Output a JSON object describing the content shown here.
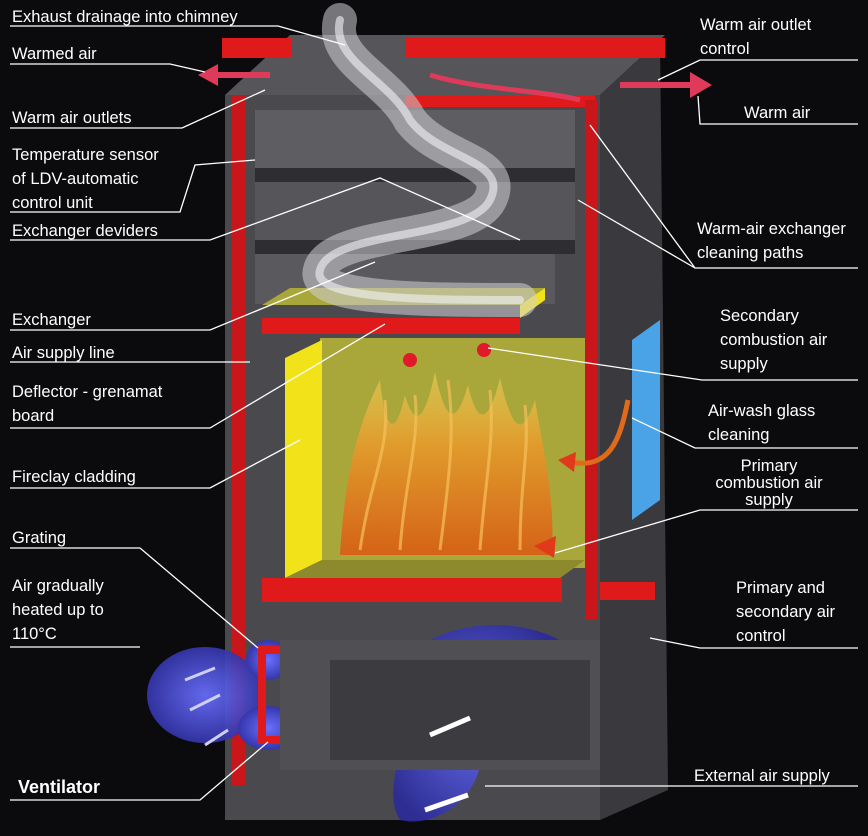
{
  "labels": {
    "exhaust_drainage": "Exhaust drainage into chimney",
    "warmed_air": "Warmed air",
    "warm_air_outlets": "Warm air outlets",
    "temperature_sensor": "Temperature sensor\nof LDV-automatic\ncontrol unit",
    "exchanger_deviders": "Exchanger deviders",
    "exchanger": "Exchanger",
    "air_supply_line": "Air supply line",
    "deflector": "Deflector - grenamat\nboard",
    "fireclay_cladding": "Fireclay cladding",
    "grating": "Grating",
    "air_gradually_heated": "Air gradually\nheated up to\n110°C",
    "ventilator": "Ventilator",
    "warm_air_outlet_control": "Warm air outlet\ncontrol",
    "warm_air": "Warm air",
    "warm_air_exchanger_cleaning": "Warm-air exchanger\ncleaning paths",
    "secondary_combustion_air": "Secondary\ncombustion air\nsupply",
    "air_wash_glass": "Air-wash glass\ncleaning",
    "primary_combustion_air": "Primary\ncombustion air\nsupply",
    "primary_secondary_control": "Primary and\nsecondary air\ncontrol",
    "external_air_supply": "External air supply"
  },
  "colors": {
    "background": "#0b0b0d",
    "frame_red": "#e01a1a",
    "casing_gray": "#5a5a5e",
    "casing_dark": "#3a3a3e",
    "fireclay_yellow": "#f2e21a",
    "firebox_olive": "#a9a63a",
    "flame_orange": "#e07a1e",
    "air_blue": "#3438c8",
    "glass_blue": "#4aa3e6",
    "leader_white": "#ffffff"
  }
}
